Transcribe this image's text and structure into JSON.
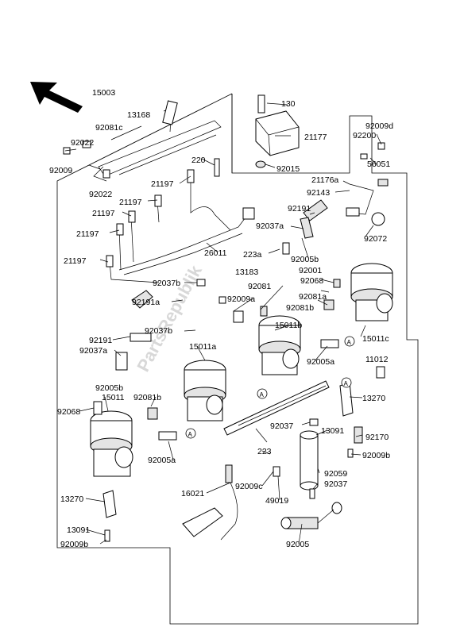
{
  "watermark": "PartsRepublik",
  "callout_marker": "A",
  "labels": [
    "15003",
    "130",
    "13168",
    "92081c",
    "21177",
    "92022",
    "92009",
    "92015",
    "220",
    "92022",
    "92009d",
    "92200",
    "56051",
    "21197",
    "21176a",
    "92143",
    "21197",
    "21197",
    "92191",
    "92037a",
    "92072",
    "21197",
    "26011",
    "223a",
    "92005b",
    "21197",
    "13183",
    "92001",
    "92081",
    "92068",
    "92037b",
    "92081a",
    "92191a",
    "92009a",
    "92081b",
    "15011b",
    "15011c",
    "92191",
    "92037b",
    "92037a",
    "15011a",
    "92005a",
    "11012",
    "92005b",
    "15011",
    "92081b",
    "13270",
    "92068",
    "92037",
    "13091",
    "92170",
    "223",
    "92009b",
    "92005a",
    "92059",
    "92037",
    "92009c",
    "49019",
    "16021",
    "13270",
    "92005",
    "13091",
    "92009b"
  ]
}
